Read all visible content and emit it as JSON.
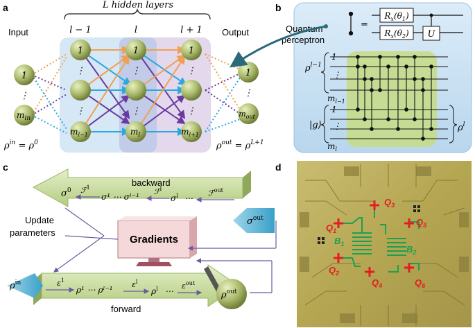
{
  "panels": {
    "a": {
      "letter": "a",
      "hidden_layers": "L hidden layers",
      "input": "Input",
      "output": "Output",
      "layer_prev": "l − 1",
      "layer_cur": "l",
      "layer_next": "l + 1",
      "node_one": "1",
      "node_dots": "⋮",
      "m_in": "m",
      "m_in_sub": "in",
      "m_out": "m",
      "m_out_sub": "out",
      "m_prev": "m",
      "m_prev_sub": "l−1",
      "m_cur": "m",
      "m_cur_sub": "l",
      "m_next": "m",
      "m_next_sub": "l+1",
      "rho_in_eq": "ρ",
      "rho_in_sup": "in",
      "rho_in_rhs": " = ρ",
      "rho_in_rhs_sup": "0",
      "rho_out_eq": "ρ",
      "rho_out_sup": "out",
      "rho_out_rhs": " = ρ",
      "rho_out_rhs_sup": "L+1"
    },
    "b": {
      "letter": "b",
      "quantum_line1": "Quantum",
      "quantum_line2": "perceptron",
      "equals": "=",
      "gate1": "R",
      "gate1_sub": "x",
      "gate1_arg": "(θ",
      "gate1_arg_sub": "1",
      "gate2": "R",
      "gate2_sub": "x",
      "gate2_arg": "(θ",
      "gate2_arg_sub": "2",
      "gate_u": "U",
      "rho_prev": "ρ",
      "rho_prev_sup": "l−1",
      "one_top": "1",
      "dots": "⋮",
      "m_prev": "m",
      "m_prev_sub": "l−1",
      "g_ket": "|g⟩",
      "one_bottom": "1",
      "m_cur": "m",
      "m_cur_sub": "l",
      "rho_cur": "ρ",
      "rho_cur_sup": "l"
    },
    "c": {
      "letter": "c",
      "backward": "backward",
      "forward": "forward",
      "update1": "Update",
      "update2": "parameters",
      "gradients": "Gradients",
      "sigma0": "σ",
      "sigma0_sup": "0",
      "back_chain": "σ¹ ⋯ σˡ⁻¹",
      "sigma_l": "σ",
      "sigma_l_sup": "l",
      "back_dots": "⋯",
      "F1": "ℱ",
      "F1_sup": "1",
      "Fl": "ℱ",
      "Fl_sup": "l",
      "Fout": "ℱ",
      "Fout_sup": "out",
      "sigma_out": "σ",
      "sigma_out_sup": "out",
      "rho_in": "ρ",
      "rho_in_sup": "in",
      "eps1": "ε",
      "eps1_sup": "1",
      "fwd_chain": "ρ¹ ⋯ ρˡ⁻¹",
      "epsl": "ε",
      "epsl_sup": "l",
      "rho_l": "ρ",
      "rho_l_sup": "l",
      "fwd_dots": "⋯",
      "eps_out": "ε",
      "eps_out_sup": "out",
      "rho_out": "ρ",
      "rho_out_sup": "out"
    },
    "d": {
      "letter": "d",
      "q1": "Q",
      "q1_sub": "1",
      "q2": "Q",
      "q2_sub": "2",
      "q3": "Q",
      "q3_sub": "3",
      "q4": "Q",
      "q4_sub": "4",
      "q5": "Q",
      "q5_sub": "5",
      "q6": "Q",
      "q6_sub": "6",
      "b1": "B",
      "b1_sub": "1",
      "b2": "B",
      "b2_sub": "2"
    }
  },
  "colors": {
    "node": "#a9b96a",
    "orange": "#f0a050",
    "purple": "#6a3aa0",
    "blue": "#2aa8e0",
    "panel_b_bg": "#d9ecf7",
    "panel_b_green": "#c5dc8a",
    "arrow_green": "#c8dc9a",
    "chip_bg": "#b8aa5a",
    "qubit_red": "#e02020",
    "resonator_green": "#1aa050"
  }
}
